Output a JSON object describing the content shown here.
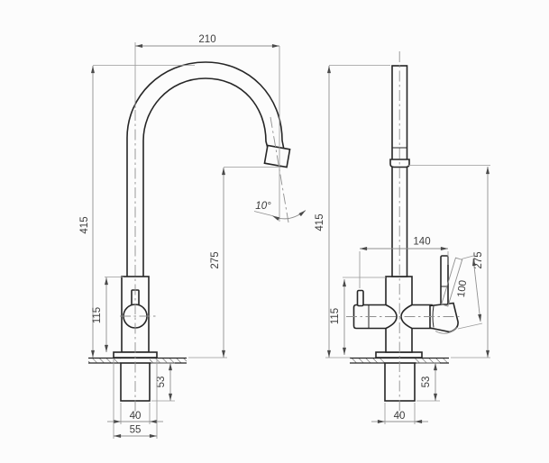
{
  "drawing": {
    "front_view": {
      "spout_width": "210",
      "total_height": "415",
      "spout_clearance": "275",
      "body_height": "115",
      "shank_length": "53",
      "shank_width": "40",
      "base_width": "55",
      "spout_angle": "10°"
    },
    "side_view": {
      "total_height": "415",
      "handle_span": "140",
      "handle_length": "100",
      "spout_clearance": "275",
      "body_height": "115",
      "shank_length": "53",
      "shank_width": "40"
    }
  },
  "colors": {
    "background": "#fcfcfc",
    "outline": "#262626",
    "dimension_line": "#8f8f8f",
    "text": "#3d3d3d"
  }
}
